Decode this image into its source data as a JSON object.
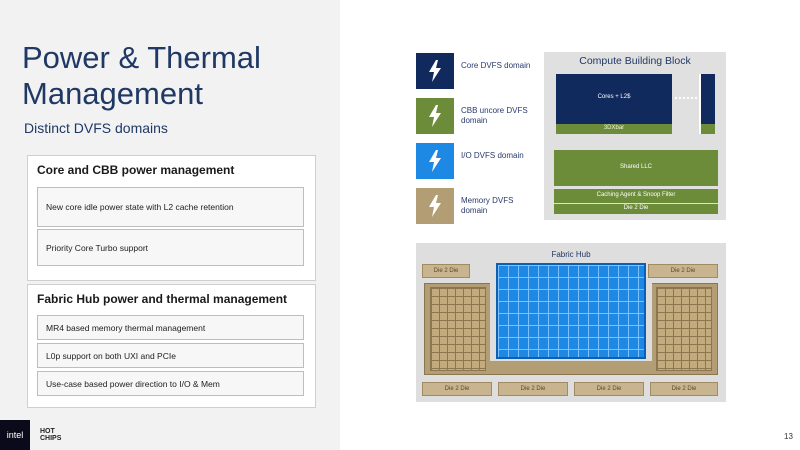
{
  "slide": {
    "title": "Power & Thermal Management",
    "subtitle": "Distinct DVFS domains",
    "page_number": "13",
    "brand": "intel",
    "event_logo_text": "HOT CHIPS"
  },
  "groups": [
    {
      "title": "Core and CBB power management",
      "items": [
        "New core idle power state with L2 cache retention",
        "Priority Core Turbo support"
      ]
    },
    {
      "title": "Fabric Hub power and thermal management",
      "items": [
        "MR4 based memory thermal management",
        "L0p support on both UXI and PCIe",
        "Use-case based power direction to I/O & Mem"
      ]
    }
  ],
  "legend": [
    {
      "label": "Core DVFS domain",
      "color": "#102a5e"
    },
    {
      "label": "CBB uncore DVFS domain",
      "color": "#6d8c3a"
    },
    {
      "label": "I/O DVFS domain",
      "color": "#1e88e5"
    },
    {
      "label": "Memory DVFS domain",
      "color": "#b39d74"
    }
  ],
  "cbb": {
    "title": "Compute Building Block",
    "cores_label": "Cores + L2$",
    "xbar_label": "3DXbar",
    "llc_label": "Shared LLC",
    "caching_label": "Caching Agent & Snoop Filter",
    "die2die_label": "Die 2 Die"
  },
  "fabric_hub": {
    "title": "Fabric Hub",
    "die_label": "Die 2 Die"
  }
}
